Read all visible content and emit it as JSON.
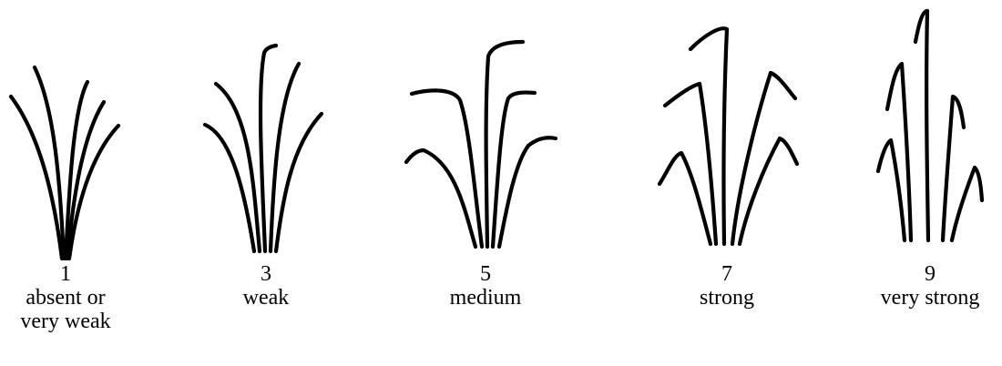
{
  "figure": {
    "items": [
      {
        "value": "1",
        "label_lines": [
          "absent or",
          "very weak"
        ]
      },
      {
        "value": "3",
        "label_lines": [
          "weak"
        ]
      },
      {
        "value": "5",
        "label_lines": [
          "medium"
        ]
      },
      {
        "value": "7",
        "label_lines": [
          "strong"
        ]
      },
      {
        "value": "9",
        "label_lines": [
          "very strong"
        ]
      }
    ]
  }
}
